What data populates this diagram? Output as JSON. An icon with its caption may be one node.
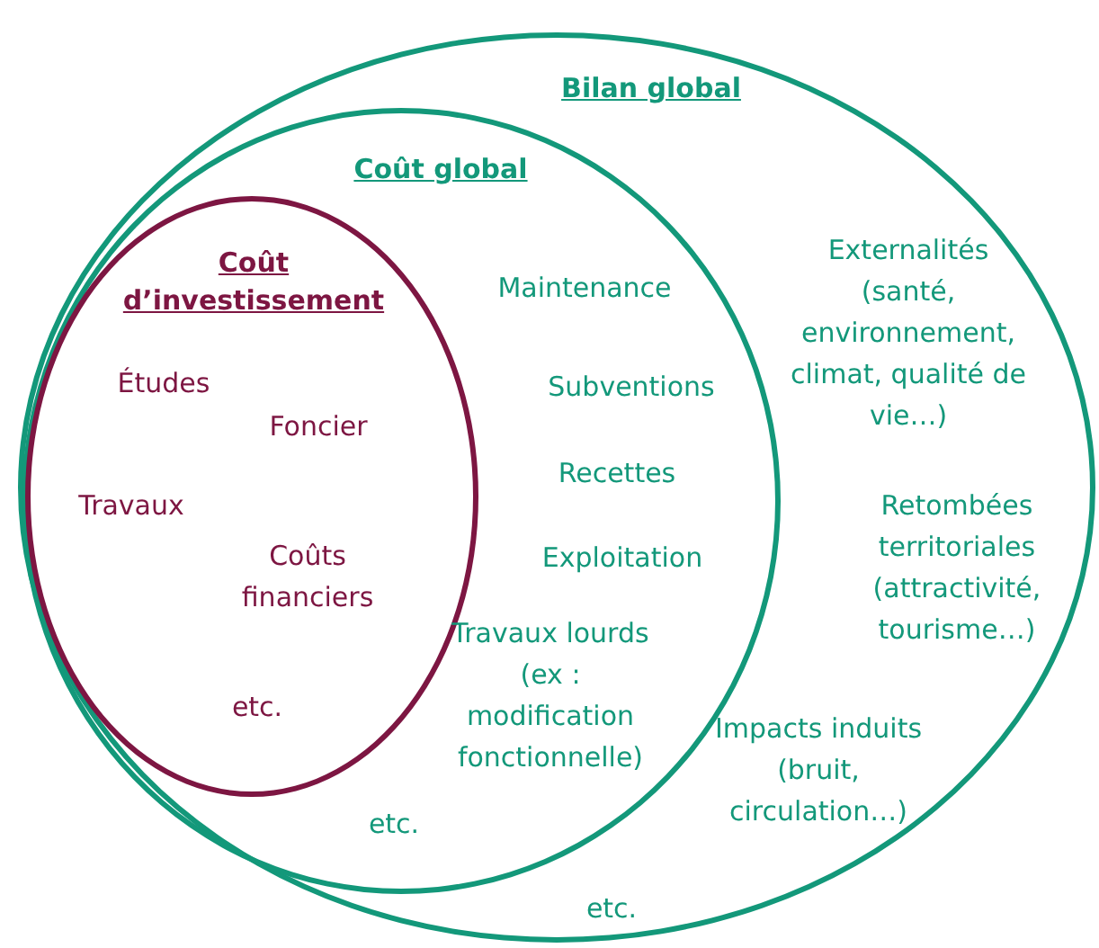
{
  "diagram": {
    "nodes": [
      {
        "text": [
          "Bilan global"
        ]
      },
      {
        "text": [
          "Coût global"
        ],
        "in": 0
      },
      {
        "text": [
          "Coût d’investissement"
        ],
        "in": 1
      }
    ],
    "edges": [],
    "labels": [
      "Externalités (santé, environnement, climat, qualité de vie…)",
      "Retombées territoriales (attractivité, tourisme…)",
      "Impacts induits (bruit, circulation…)",
      "etc.",
      "Maintenance",
      "Subventions",
      "Recettes",
      "Exploitation",
      "Travaux lourds (ex : modification fonctionnelle)",
      "etc.",
      "Études",
      "Foncier",
      "Travaux",
      "Coûts financiers",
      "etc."
    ]
  }
}
